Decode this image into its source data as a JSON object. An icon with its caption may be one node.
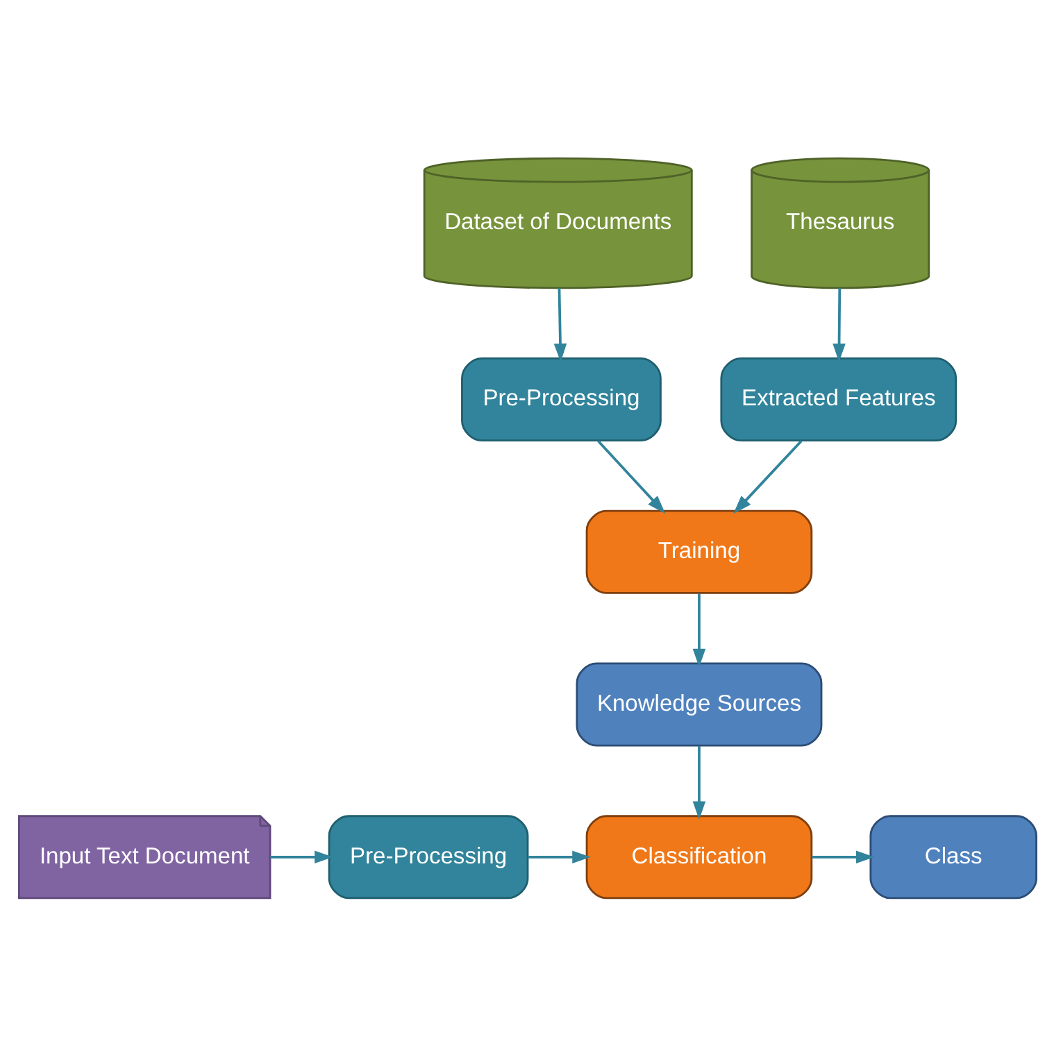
{
  "diagram": {
    "nodes": [
      {
        "text": [
          "Dataset of Documents"
        ]
      },
      {
        "text": [
          "Thesaurus"
        ]
      },
      {
        "text": [
          "Pre-Processing"
        ]
      },
      {
        "text": [
          "Extracted Features"
        ]
      },
      {
        "text": [
          "Training"
        ]
      },
      {
        "text": [
          "Knowledge Sources"
        ]
      },
      {
        "text": [
          "Input Text Document"
        ]
      },
      {
        "text": [
          "Pre-Processing"
        ]
      },
      {
        "text": [
          "Classification"
        ]
      },
      {
        "text": [
          "Class"
        ]
      }
    ],
    "edges": [
      {
        "from": 0,
        "to": 2,
        "arrow": "to"
      },
      {
        "from": 1,
        "to": 3,
        "arrow": "to"
      },
      {
        "from": 2,
        "to": 4,
        "arrow": "to"
      },
      {
        "from": 3,
        "to": 4,
        "arrow": "to"
      },
      {
        "from": 4,
        "to": 5,
        "arrow": "to"
      },
      {
        "from": 5,
        "to": 8,
        "arrow": "to"
      },
      {
        "from": 6,
        "to": 7,
        "arrow": "to"
      },
      {
        "from": 7,
        "to": 8,
        "arrow": "to"
      },
      {
        "from": 8,
        "to": 9,
        "arrow": "to"
      }
    ]
  }
}
